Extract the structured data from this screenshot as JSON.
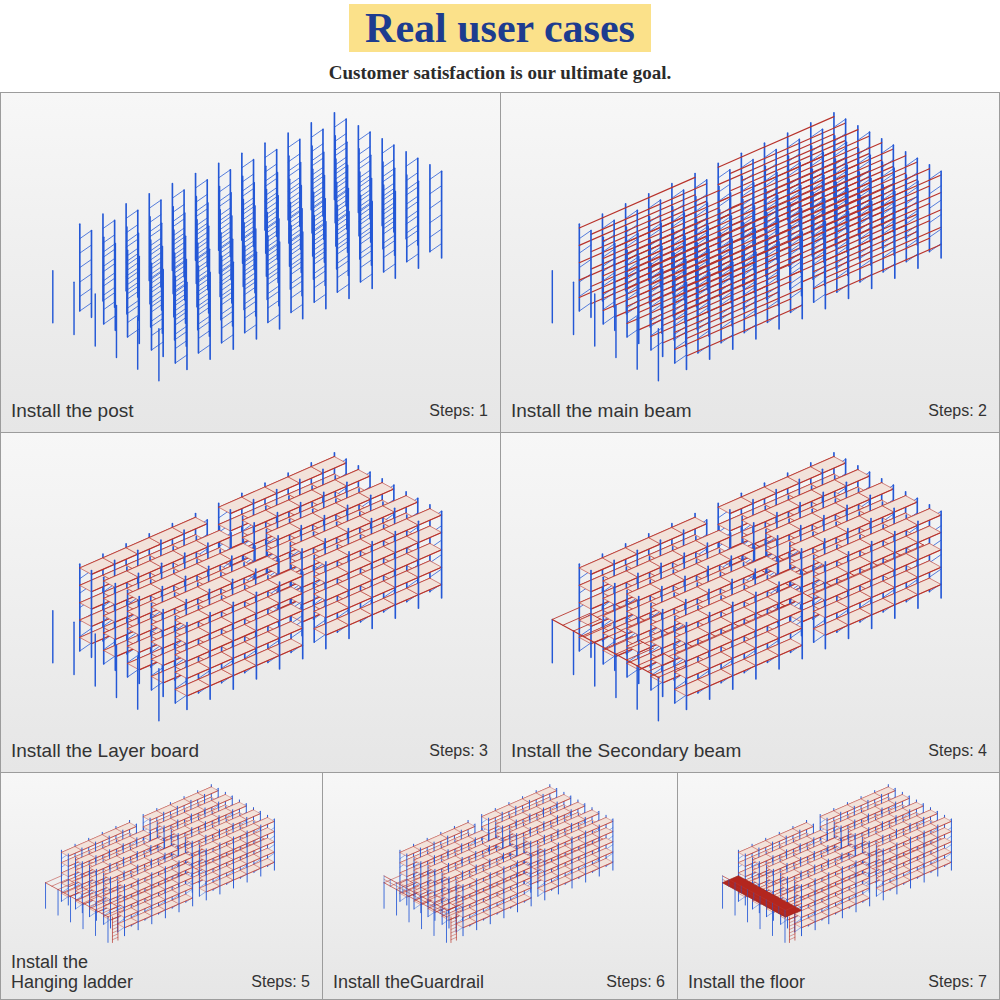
{
  "diagram": {
    "title": "Real user cases",
    "nodes": [
      {
        "text": [
          "Install the post",
          "Steps: 1"
        ]
      },
      {
        "text": [
          "Install the main beam",
          "Steps: 2"
        ]
      },
      {
        "text": [
          "Install the Layer board",
          "Steps: 3"
        ]
      },
      {
        "text": [
          "Install the Secondary beam",
          "Steps: 4"
        ]
      },
      {
        "text": [
          "Install the Hanging ladder",
          "Steps: 5"
        ]
      },
      {
        "text": [
          "Install theGuardrail",
          "Steps: 6"
        ]
      },
      {
        "text": [
          "Install the floor",
          "Steps: 7"
        ]
      }
    ],
    "labels": [
      "Customer satisfaction is our ultimate goal."
    ]
  }
}
